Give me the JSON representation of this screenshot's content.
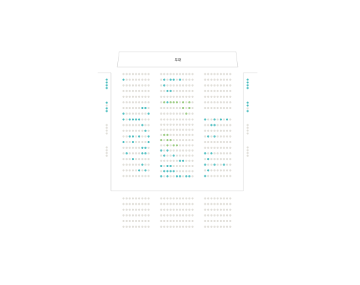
{
  "stage": {
    "label": "무대"
  },
  "colors": {
    "available_teal": "#5fc4c6",
    "available_green": "#a3cf8b",
    "unavailable": "#e3e1dc",
    "outline": "#cfcfcf",
    "stage_text": "#333333"
  },
  "legend_codes": {
    "0": "unavailable",
    "1": "available_teal",
    "2": "available_green"
  },
  "floor_blocks": [
    {
      "name": "floor-upper-left",
      "rows": [
        "000000000",
        "100000000",
        "000000000",
        "000000000",
        "000000000",
        "000000000",
        "000000110",
        "100000001"
      ]
    },
    {
      "name": "floor-upper-center",
      "rows": [
        "00000000000",
        "01011010000",
        "01000000000",
        "00110000000",
        "00000000000",
        "02122202020",
        "00000002020",
        "00000000200"
      ]
    },
    {
      "name": "floor-upper-right",
      "rows": [
        "000000000",
        "000000000",
        "000000000",
        "000000000",
        "000000000",
        "000000000",
        "000000000"
      ]
    },
    {
      "name": "floor-lower-left",
      "rows": [
        "101111000",
        "000000100",
        "000000010",
        "001101001",
        "100100001",
        "000000110",
        "010000110",
        "000100000",
        "000000100",
        "000001010",
        "000000000"
      ]
    },
    {
      "name": "floor-lower-center",
      "rows": [
        "00000000000",
        "00000000000",
        "00000000000",
        "02200000000",
        "20220000000",
        "00202200000",
        "10100000000",
        "01001000000",
        "00000011000",
        "10110000000",
        "01111000000",
        "10100110110"
      ]
    },
    {
      "name": "floor-lower-right",
      "rows": [
        "100101010",
        "001100000",
        "000000000",
        "010100000",
        "000000000",
        "000000000",
        "101000000",
        "010000000",
        "100100100",
        "010000000",
        "100000000"
      ]
    }
  ],
  "side_boxes": [
    {
      "name": "left-box-1",
      "seats": "1111"
    },
    {
      "name": "left-box-2",
      "seats": "1011"
    },
    {
      "name": "left-box-3",
      "seats": "0000"
    },
    {
      "name": "left-box-4",
      "seats": "0000"
    },
    {
      "name": "right-box-1",
      "seats": "1111"
    },
    {
      "name": "right-box-2",
      "seats": "1101"
    },
    {
      "name": "right-box-3",
      "seats": "0000"
    },
    {
      "name": "right-box-4",
      "seats": "0000"
    }
  ],
  "balcony_blocks": [
    {
      "name": "balcony-left",
      "rows": [
        "000000000",
        "000000000",
        "000000000",
        "000000000",
        "000000000",
        "000000000"
      ]
    },
    {
      "name": "balcony-center",
      "rows": [
        "00000000000",
        "00000000000",
        "00000000000",
        "00000000000",
        "00000000000",
        "00000000000"
      ]
    },
    {
      "name": "balcony-right",
      "rows": [
        "000000000",
        "000000000",
        "000000000",
        "000000000",
        "000000000",
        "000000000"
      ]
    }
  ]
}
